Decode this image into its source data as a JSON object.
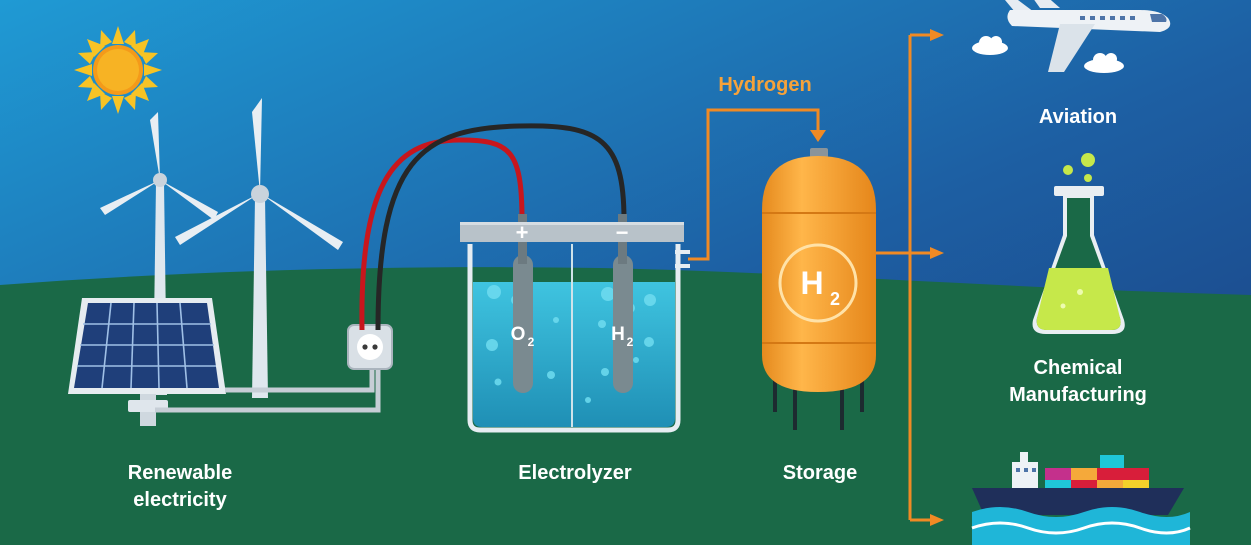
{
  "stages": {
    "renewable": {
      "line1": "Renewable",
      "line2": "electricity"
    },
    "electrolyzer": {
      "label": "Electrolyzer"
    },
    "storage": {
      "label": "Storage"
    }
  },
  "flow": {
    "hydrogen_label": "Hydrogen"
  },
  "uses": {
    "aviation": {
      "label": "Aviation"
    },
    "chemical": {
      "line1": "Chemical",
      "line2": "Manufacturing"
    }
  },
  "electrolyzer_detail": {
    "positive_symbol": "+",
    "negative_symbol": "−",
    "oxygen_symbol": "O",
    "oxygen_subscript": "2",
    "hydrogen_symbol": "H",
    "hydrogen_subscript": "2"
  },
  "tank": {
    "symbol": "H",
    "subscript": "2"
  },
  "colors": {
    "sky_top": "#1f8fce",
    "sky_bottom": "#1e4d8e",
    "ground": "#1a6a47",
    "arrow_orange": "#f08a24",
    "tank_orange": "#f7a437",
    "water": "#3ab8d8",
    "flask_liquid": "#c6e84a"
  },
  "icons": [
    "sun-icon",
    "wind-turbine-icon",
    "solar-panel-icon",
    "power-outlet-icon",
    "airplane-icon",
    "cloud-icon",
    "flask-icon",
    "cargo-ship-icon"
  ]
}
